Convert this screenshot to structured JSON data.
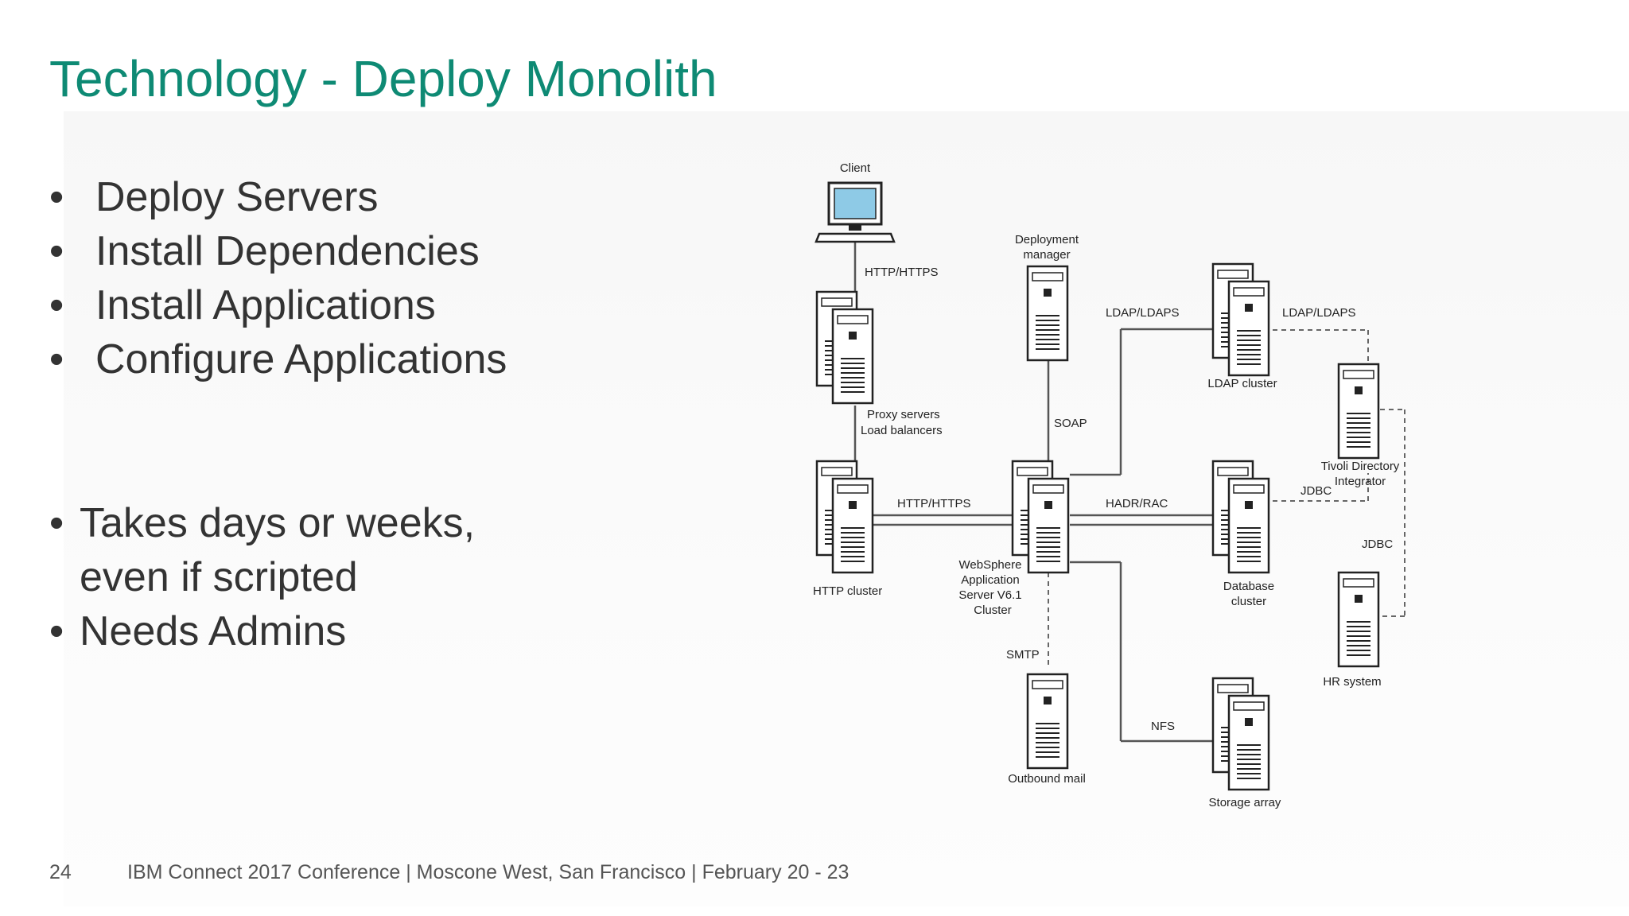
{
  "slide": {
    "title": "Technology - Deploy Monolith",
    "bullets": [
      "Deploy Servers",
      "Install Dependencies",
      "Install Applications",
      "Configure Applications"
    ],
    "bullets2": [
      "Takes days or weeks, even if scripted",
      "Needs Admins"
    ],
    "footer": {
      "page_number": "24",
      "text": "IBM Connect 2017 Conference | Moscone West, San Francisco | February 20 - 23"
    }
  },
  "diagram": {
    "labels": {
      "client": "Client",
      "http_https_1": "HTTP/HTTPS",
      "proxy_1": "Proxy servers",
      "proxy_2": "Load balancers",
      "http_cluster": "HTTP cluster",
      "http_https_2": "HTTP/HTTPS",
      "deploy_mgr_1": "Deployment",
      "deploy_mgr_2": "manager",
      "soap": "SOAP",
      "was_1": "WebSphere",
      "was_2": "Application",
      "was_3": "Server V6.1",
      "was_4": "Cluster",
      "smtp": "SMTP",
      "outbound_mail": "Outbound mail",
      "ldap_ldaps_1": "LDAP/LDAPS",
      "ldap_cluster": "LDAP cluster",
      "ldap_ldaps_2": "LDAP/LDAPS",
      "tivoli_1": "Tivoli Directory",
      "tivoli_2": "Integrator",
      "jdbc_1": "JDBC",
      "hadr": "HADR/RAC",
      "db_1": "Database",
      "db_2": "cluster",
      "jdbc_2": "JDBC",
      "hr_system": "HR system",
      "nfs": "NFS",
      "storage": "Storage array"
    }
  }
}
